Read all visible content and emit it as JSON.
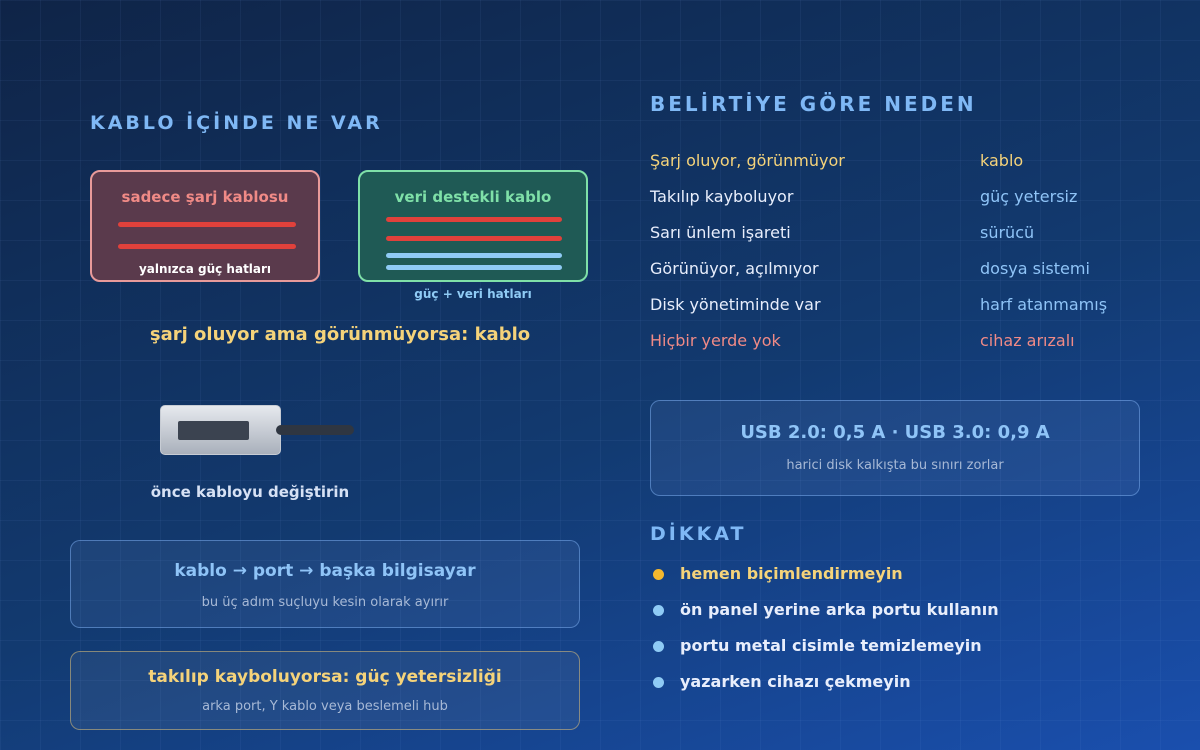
{
  "left": {
    "title": "KABLO İÇİNDE NE VAR",
    "charge_cable": {
      "title": "sadece şarj kablosu",
      "caption": "yalnızca güç hatları"
    },
    "data_cable": {
      "title": "veri destekli kablo",
      "caption": "güç + veri hatları"
    },
    "conclusion": "şarj oluyor ama görünmüyorsa: kablo",
    "plug_caption": "önce kabloyu değiştirin",
    "card1": {
      "head": "kablo → port → başka bilgisayar",
      "sub": "bu üç adım suçluyu kesin olarak ayırır"
    },
    "card2": {
      "head": "takılıp kayboluyorsa: güç yetersizliği",
      "sub": "arka port, Y kablo veya beslemeli hub"
    }
  },
  "right": {
    "title": "BELİRTİYE GÖRE NEDEN",
    "rows": [
      {
        "symptom": "Şarj oluyor, görünmüyor",
        "cause": "kablo"
      },
      {
        "symptom": "Takılıp kayboluyor",
        "cause": "güç yetersiz"
      },
      {
        "symptom": "Sarı ünlem işareti",
        "cause": "sürücü"
      },
      {
        "symptom": "Görünüyor, açılmıyor",
        "cause": "dosya sistemi"
      },
      {
        "symptom": "Disk yönetiminde var",
        "cause": "harf atanmamış"
      },
      {
        "symptom": "Hiçbir yerde yok",
        "cause": "cihaz arızalı"
      }
    ],
    "usb_card": {
      "head": "USB 2.0: 0,5 A · USB 3.0: 0,9 A",
      "sub": "harici disk kalkışta bu sınırı zorlar"
    },
    "warning_title": "DİKKAT",
    "warnings": [
      "hemen biçimlendirmeyin",
      "ön panel yerine arka portu kullanın",
      "portu metal cisimle temizlemeyin",
      "yazarken cihazı çekmeyin"
    ]
  },
  "colors": {
    "accent_blue": "#7fb8f5",
    "yellow": "#f5d37a",
    "red": "#f08a86",
    "green": "#7fe0a8",
    "power_line": "#e0413b",
    "data_line": "#8fcbf5"
  }
}
